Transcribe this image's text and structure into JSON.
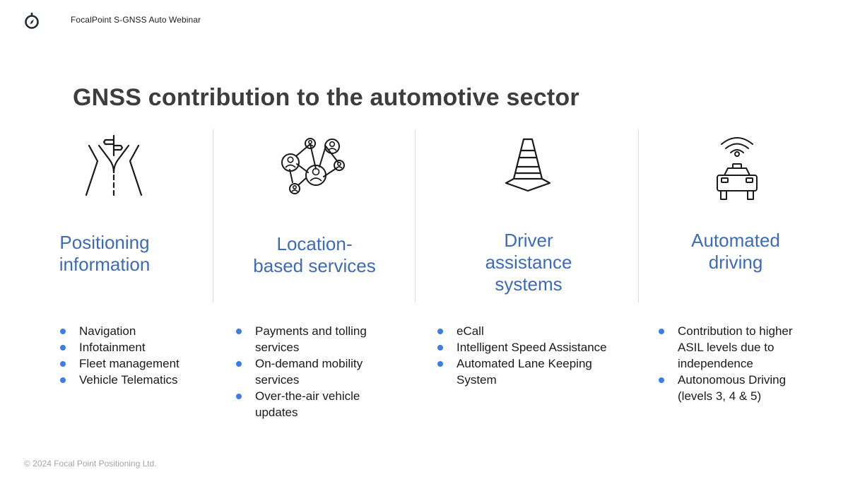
{
  "header": {
    "title": "FocalPoint S-GNSS Auto Webinar",
    "logo_icon": "compass-logo-icon"
  },
  "slide": {
    "title": "GNSS contribution to the automotive sector"
  },
  "columns": [
    {
      "icon": "road-fork-icon",
      "heading_lines": [
        "Positioning",
        "information"
      ],
      "bullets": [
        "Navigation",
        "Infotainment",
        "Fleet management",
        "Vehicle Telematics"
      ]
    },
    {
      "icon": "people-network-icon",
      "heading_lines": [
        "Location-",
        "based services"
      ],
      "bullets": [
        "Payments and tolling services",
        "On-demand mobility services",
        "Over-the-air vehicle updates"
      ]
    },
    {
      "icon": "traffic-cone-icon",
      "heading_lines": [
        "Driver",
        "assistance",
        "systems"
      ],
      "bullets": [
        "eCall",
        "Intelligent Speed Assistance",
        "Automated Lane Keeping System"
      ]
    },
    {
      "icon": "connected-car-icon",
      "heading_lines": [
        "Automated",
        "driving"
      ],
      "bullets": [
        "Contribution to higher ASIL levels due to independence",
        "Autonomous Driving (levels 3, 4 & 5)"
      ]
    }
  ],
  "footer": {
    "copyright": "© 2024 Focal Point Positioning Ltd."
  },
  "colors": {
    "heading_blue": "#3d6bb8",
    "bullet_blue": "#3b7ee6",
    "title_gray": "#3d3d3d"
  }
}
